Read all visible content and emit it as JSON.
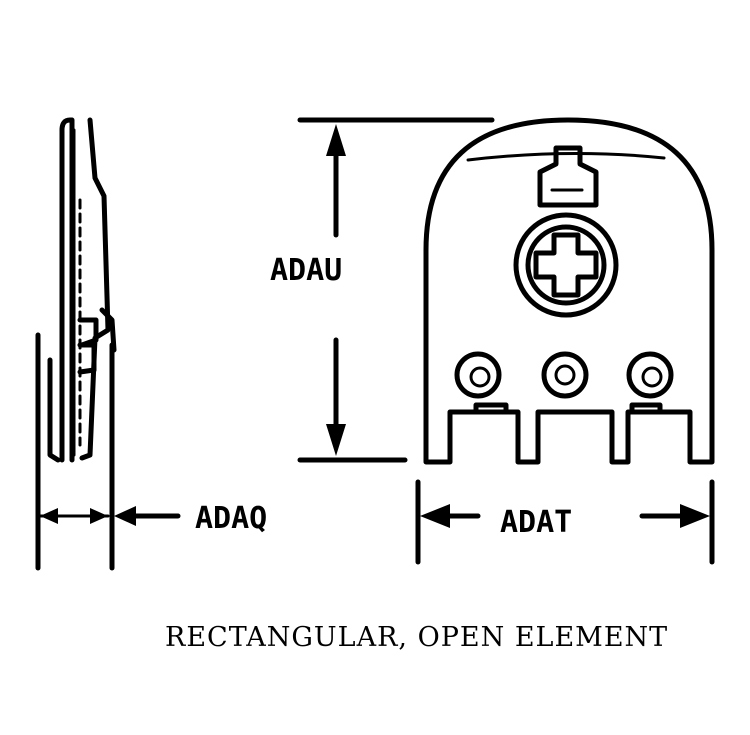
{
  "labels": {
    "height": "ADAU",
    "width": "ADAT",
    "thickness": "ADAQ"
  },
  "caption": "RECTANGULAR, OPEN ELEMENT"
}
